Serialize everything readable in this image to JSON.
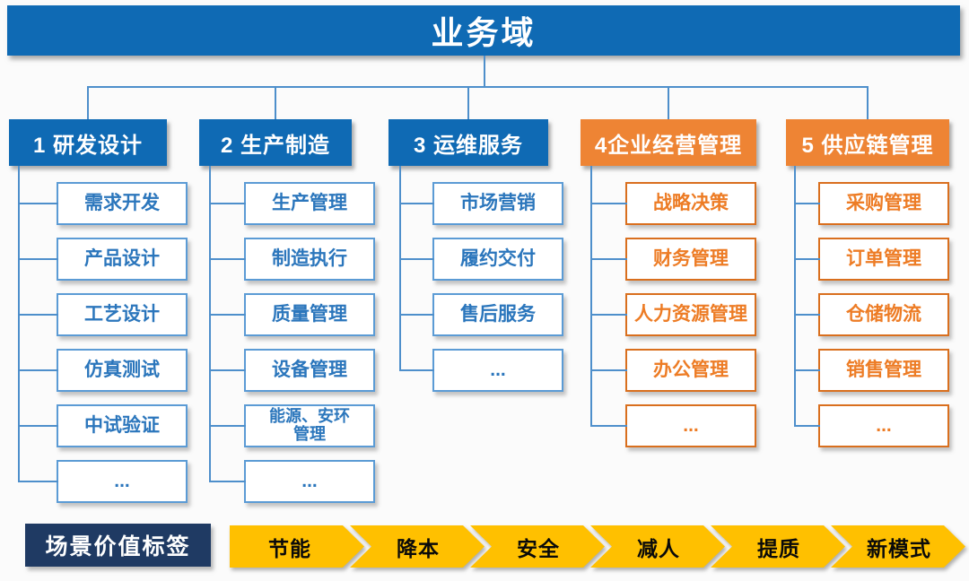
{
  "banner": {
    "title": "业务域"
  },
  "columns": [
    {
      "label": "1 研发设计",
      "theme": "blue",
      "items": [
        "需求开发",
        "产品设计",
        "工艺设计",
        "仿真测试",
        "中试验证",
        "..."
      ]
    },
    {
      "label": "2 生产制造",
      "theme": "blue",
      "items": [
        "生产管理",
        "制造执行",
        "质量管理",
        "设备管理",
        "能源、安环\n管理",
        "..."
      ]
    },
    {
      "label": "3 运维服务",
      "theme": "blue",
      "items": [
        "市场营销",
        "履约交付",
        "售后服务",
        "..."
      ]
    },
    {
      "label": "4企业经营管理",
      "theme": "orange",
      "items": [
        "战略决策",
        "财务管理",
        "人力资源管理",
        "办公管理",
        "..."
      ]
    },
    {
      "label": "5 供应链管理",
      "theme": "orange",
      "items": [
        "采购管理",
        "订单管理",
        "仓储物流",
        "销售管理",
        "..."
      ]
    }
  ],
  "value_tags": {
    "label": "场景价值标签",
    "arrows": [
      "节能",
      "降本",
      "安全",
      "减人",
      "提质",
      "新模式"
    ]
  },
  "colors": {
    "blue_fill": "#0f6ab4",
    "orange_fill": "#ee8434",
    "navy_fill": "#1f3a63",
    "yellow_fill": "#ffc000",
    "connector_line": "#4e8fcb",
    "item_border_blue": "#5b9bd5",
    "item_text_blue": "#2b76bc",
    "item_border_orange": "#d96f1e",
    "item_text_orange": "#ed7c25"
  }
}
